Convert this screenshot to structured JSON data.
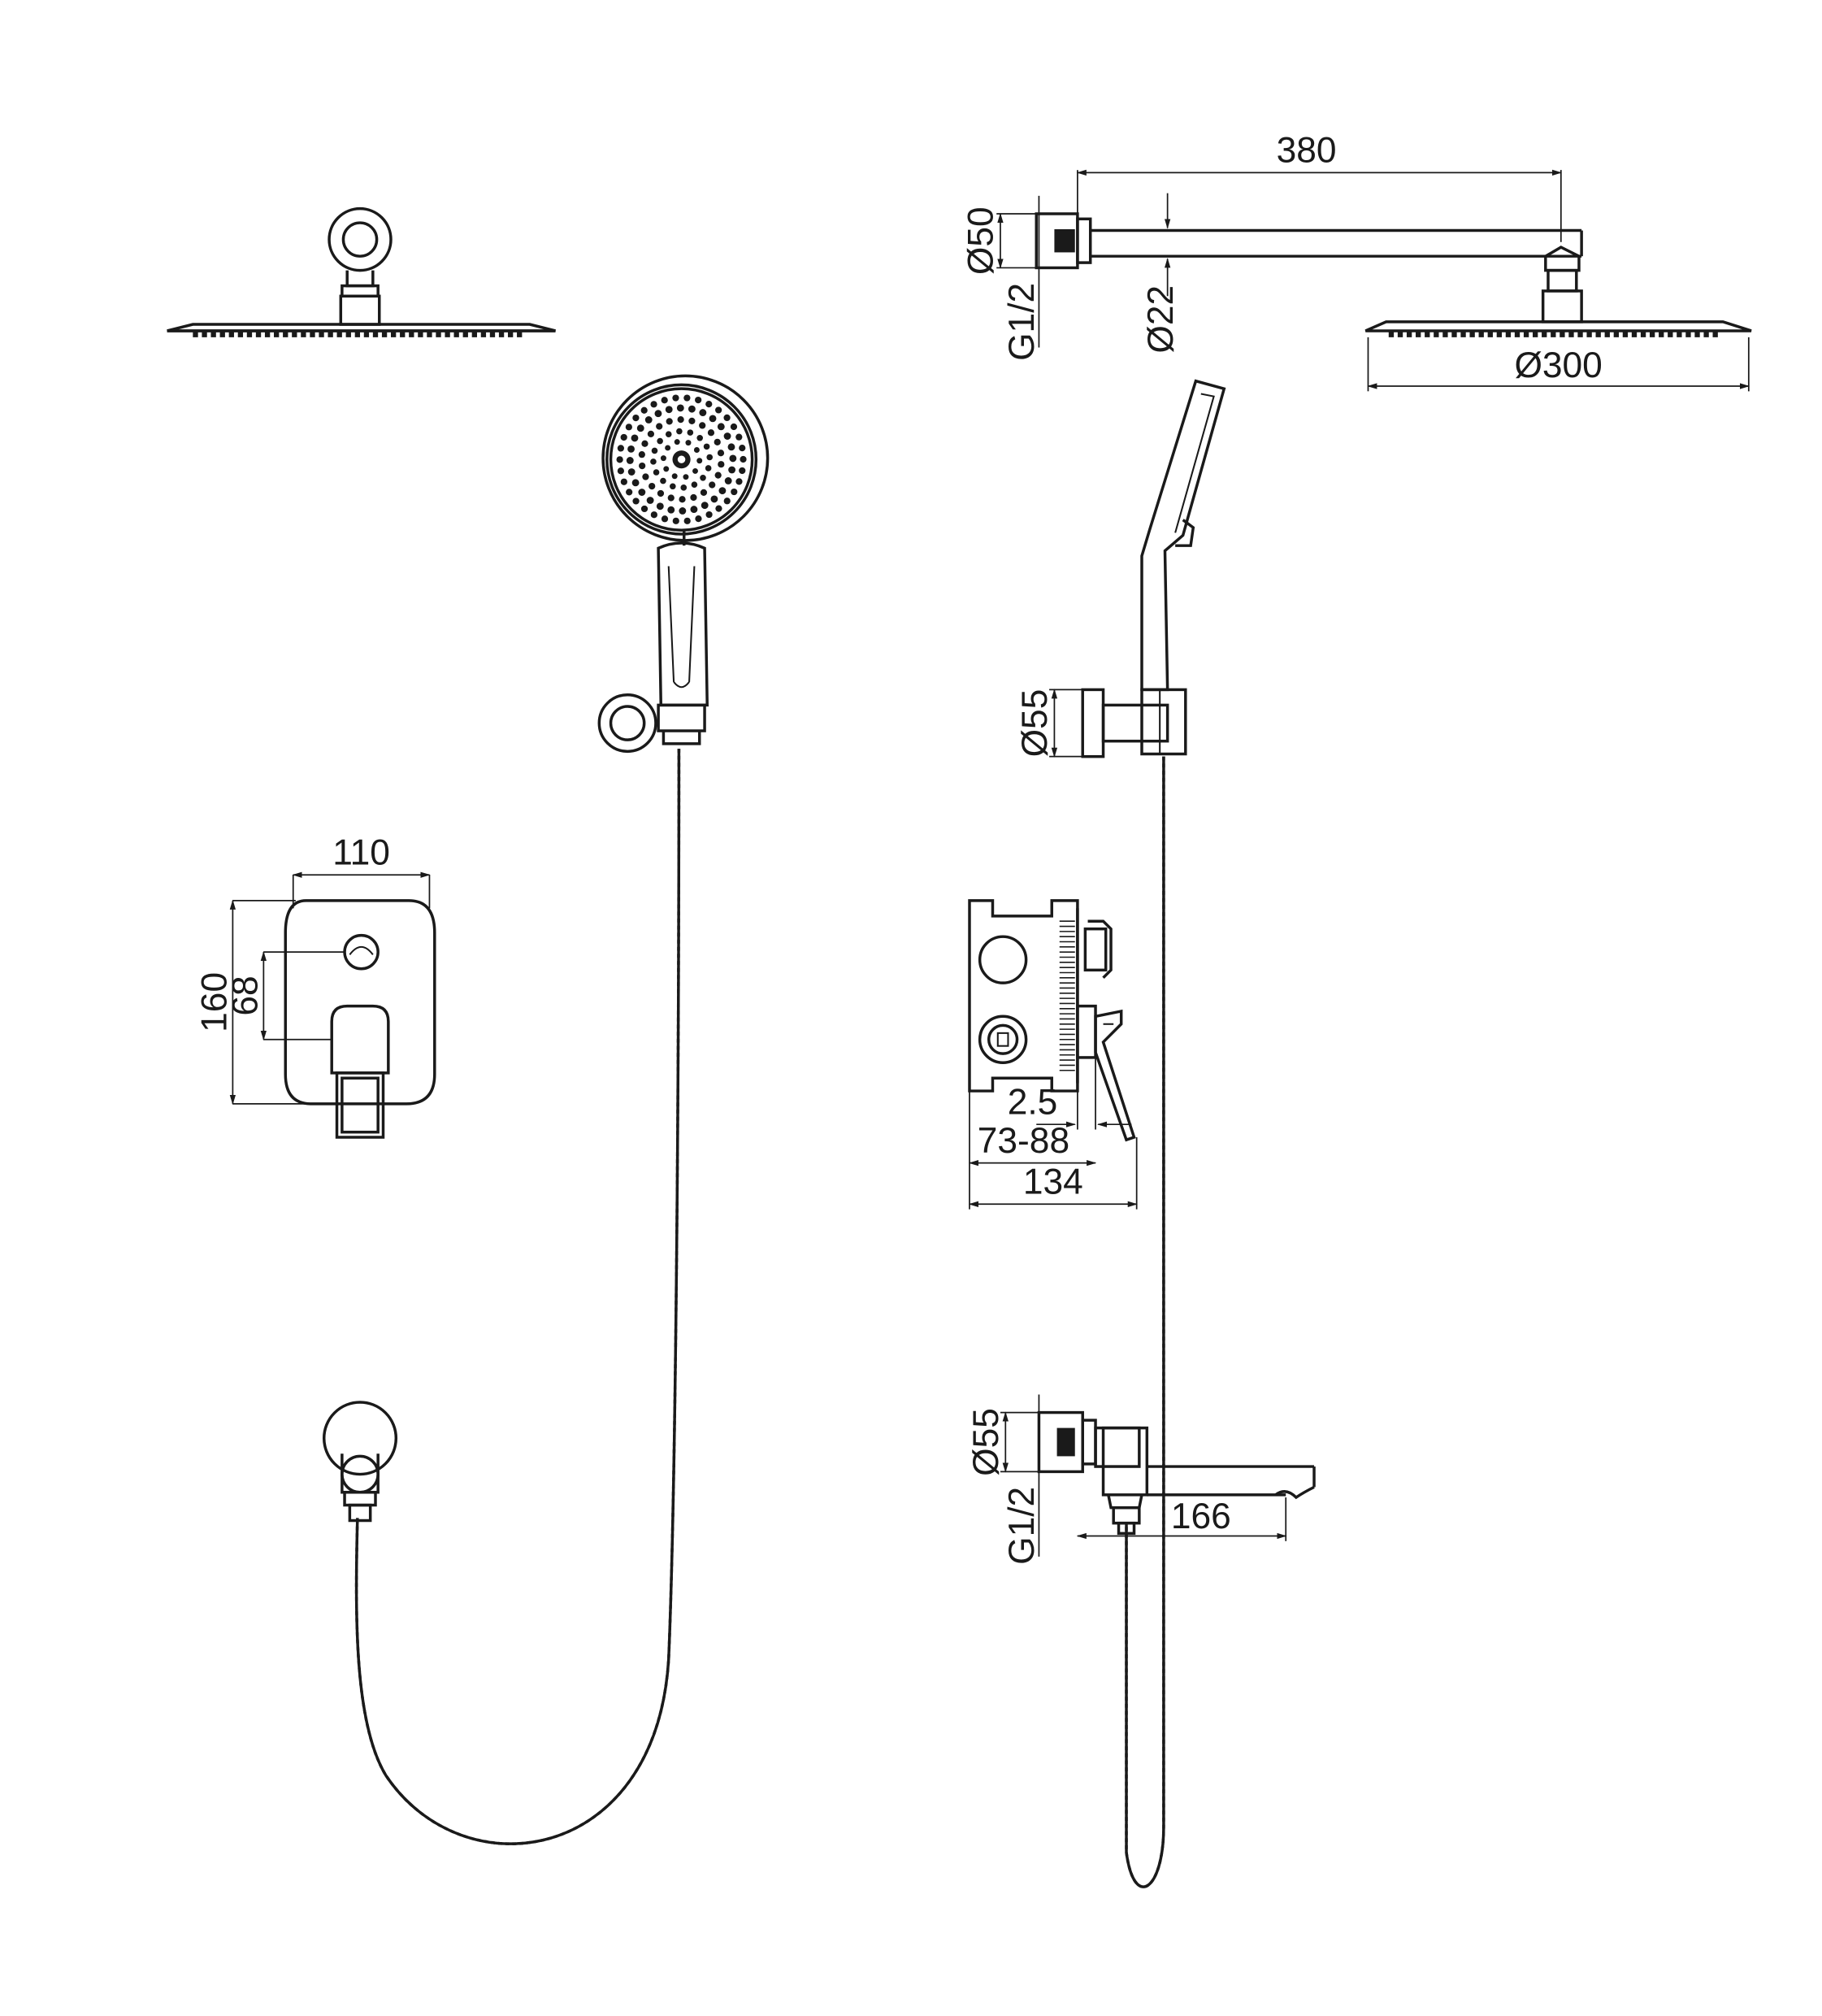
{
  "colors": {
    "line": "#1a1a1a",
    "background": "#ffffff"
  },
  "dimensions": {
    "arm_length": "380",
    "flange_diameter": "Ø50",
    "arm_thread": "G1/2",
    "arm_diameter": "Ø22",
    "head_diameter": "Ø300",
    "holder_diameter": "Ø55",
    "plate_width": "110",
    "plate_height": "160",
    "handle_offset": "68",
    "box_wall": "2.5",
    "box_depth": "73-88",
    "total_depth": "134",
    "spout_flange_diameter": "Ø55",
    "spout_thread": "G1/2",
    "spout_length": "166"
  }
}
